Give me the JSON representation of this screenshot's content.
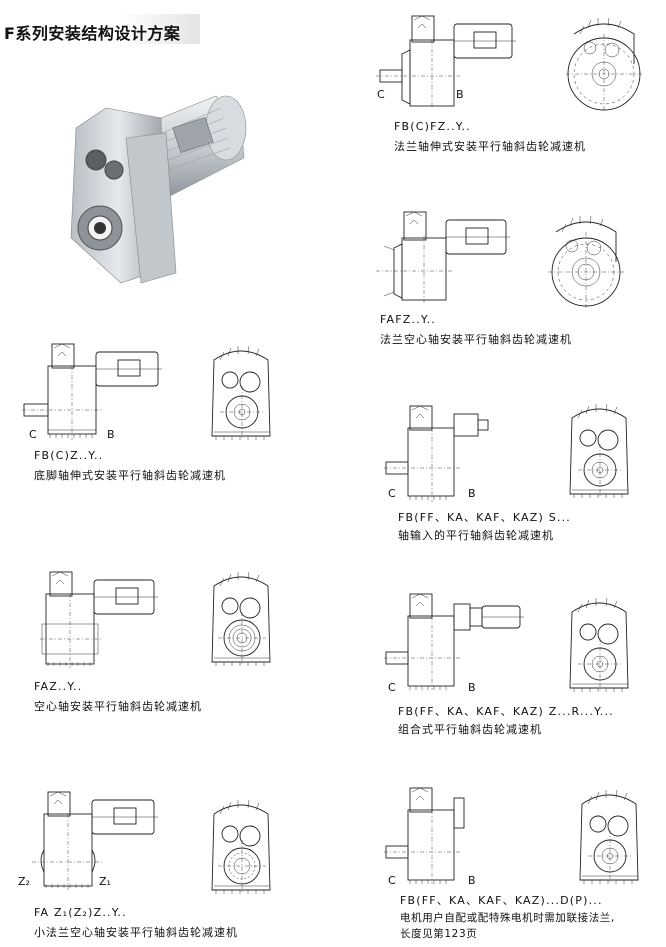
{
  "page": {
    "title": "F系列安装结构设计方案"
  },
  "left_column": [
    {
      "code": "FB(C)Z..Y..",
      "desc": "底脚轴伸式安装平行轴斜齿轮减速机",
      "labels": [
        "C",
        "B"
      ]
    },
    {
      "code": "FAZ..Y..",
      "desc": "空心轴安装平行轴斜齿轮减速机",
      "labels": []
    },
    {
      "code": "FA Z₁(Z₂)Z..Y..",
      "desc": "小法兰空心轴安装平行轴斜齿轮减速机",
      "labels": [
        "Z₂",
        "Z₁"
      ]
    }
  ],
  "right_column": [
    {
      "code": "FB(C)FZ..Y..",
      "desc": "法兰轴伸式安装平行轴斜齿轮减速机",
      "labels": [
        "C",
        "B"
      ]
    },
    {
      "code": "FAFZ..Y..",
      "desc": "法兰空心轴安装平行轴斜齿轮减速机",
      "labels": []
    },
    {
      "code": "FB(FF、KA、KAF、KAZ) S...",
      "desc": "轴输入的平行轴斜齿轮减速机",
      "labels": [
        "C",
        "B"
      ]
    },
    {
      "code": "FB(FF、KA、KAF、KAZ) Z...R...Y...",
      "desc": "组合式平行轴斜齿轮减速机",
      "labels": [
        "C",
        "B"
      ]
    },
    {
      "code": "FB(FF、KA、KAF、KAZ)...D(P)...",
      "desc": "电机用户自配或配特殊电机时需加联接法兰,",
      "desc2": "长度见第123页",
      "labels": [
        "C",
        "B"
      ]
    }
  ]
}
